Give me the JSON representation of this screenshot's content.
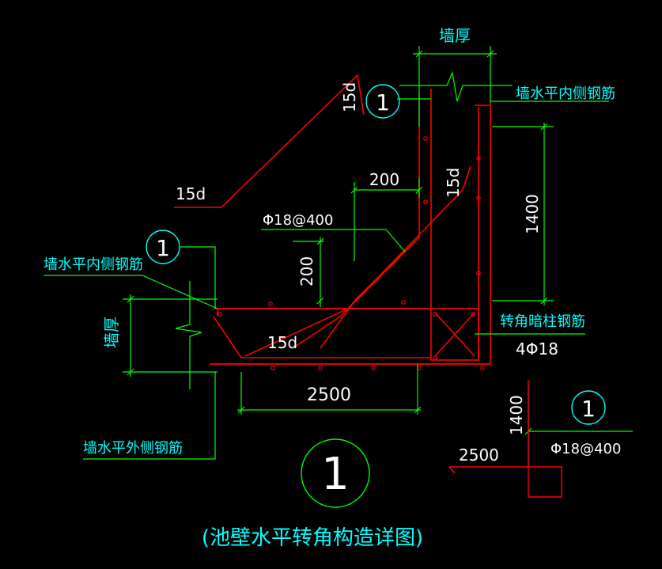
{
  "colors": {
    "background": "#000000",
    "rebar": "#ff0000",
    "dimension": "#00ff00",
    "text": "#00ffff",
    "leader": "#00ff00",
    "tag_circle": "#00ffff",
    "title": "#00ffff"
  },
  "labels": {
    "wall_thickness_top": "墙厚",
    "wall_thickness_left": "墙厚",
    "inner_rebar_top": "墙水平内侧钢筋",
    "inner_rebar_left": "墙水平内侧钢筋",
    "outer_rebar": "墙水平外侧钢筋",
    "corner_column_rebar": "转角暗柱钢筋",
    "corner_column_spec": "4Φ18",
    "haunch_rebar": "Φ18@400",
    "anchor_15d_top": "15d",
    "anchor_15d_upper_left": "15d",
    "anchor_15d_diag": "15d",
    "anchor_15d_bottom": "15d"
  },
  "dimensions": {
    "haunch_x": "200",
    "haunch_y": "200",
    "vertical_length": "1400",
    "horizontal_length": "2500"
  },
  "tags": {
    "tag_top": "1",
    "tag_left": "1",
    "tag_legend": "1",
    "tag_title": "1"
  },
  "legend": {
    "vertical": "1400",
    "horizontal": "2500",
    "spec": "Φ18@400"
  },
  "title": "(池壁水平转角构造详图)"
}
